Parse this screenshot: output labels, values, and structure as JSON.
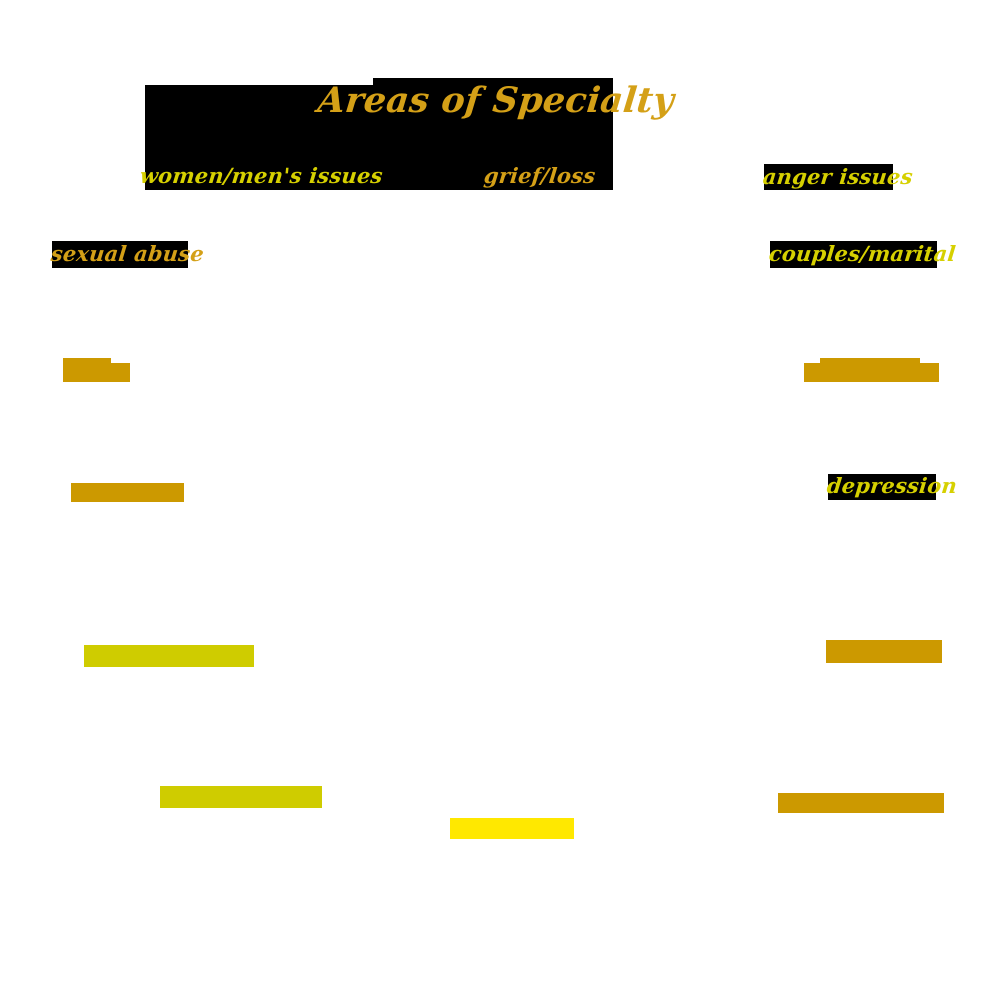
{
  "page": {
    "title": "Areas of Specialty",
    "background_color": "#ffffff",
    "highlight_color": "#000000",
    "gold_color": "#d4a017",
    "yellow_color": "#d6d000",
    "deep_gold_color": "#cc9900",
    "olive_color": "#cfcc00",
    "bright_yellow_color": "#ffe800"
  },
  "heading": {
    "text": "Areas of Specialty"
  },
  "specialties": [
    {
      "label": "women/men's issues",
      "color": "#d6d000"
    },
    {
      "label": "grief/loss",
      "color": "#d4a017"
    },
    {
      "label": "anger issues",
      "color": "#d6d000"
    },
    {
      "label": "sexual abuse",
      "color": "#d4a017"
    },
    {
      "label": "couples/marital",
      "color": "#d6d000"
    },
    {
      "label": "depression",
      "color": "#d6d000"
    }
  ],
  "obscured_items": [
    {
      "id": "bar-1",
      "color": "#cc9900"
    },
    {
      "id": "bar-2",
      "color": "#cc9900"
    },
    {
      "id": "bar-3",
      "color": "#cc9900"
    },
    {
      "id": "bar-4",
      "color": "#cc9900"
    },
    {
      "id": "bar-5",
      "color": "#cfcc00"
    },
    {
      "id": "bar-6",
      "color": "#cc9900"
    },
    {
      "id": "bar-7",
      "color": "#cfcc00"
    },
    {
      "id": "bar-8",
      "color": "#cc9900"
    },
    {
      "id": "bar-9",
      "color": "#ffe800"
    }
  ]
}
